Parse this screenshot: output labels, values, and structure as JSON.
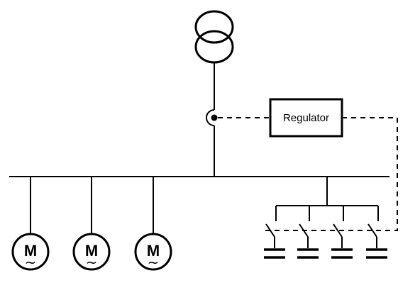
{
  "regulator": {
    "label": "Regulator"
  },
  "motors": [
    {
      "letter": "M",
      "symbol": "~"
    },
    {
      "letter": "M",
      "symbol": "~"
    },
    {
      "letter": "M",
      "symbol": "~"
    }
  ],
  "capacitor_bank": {
    "count": 4
  },
  "colors": {
    "line": "#000000",
    "background": "#ffffff"
  }
}
